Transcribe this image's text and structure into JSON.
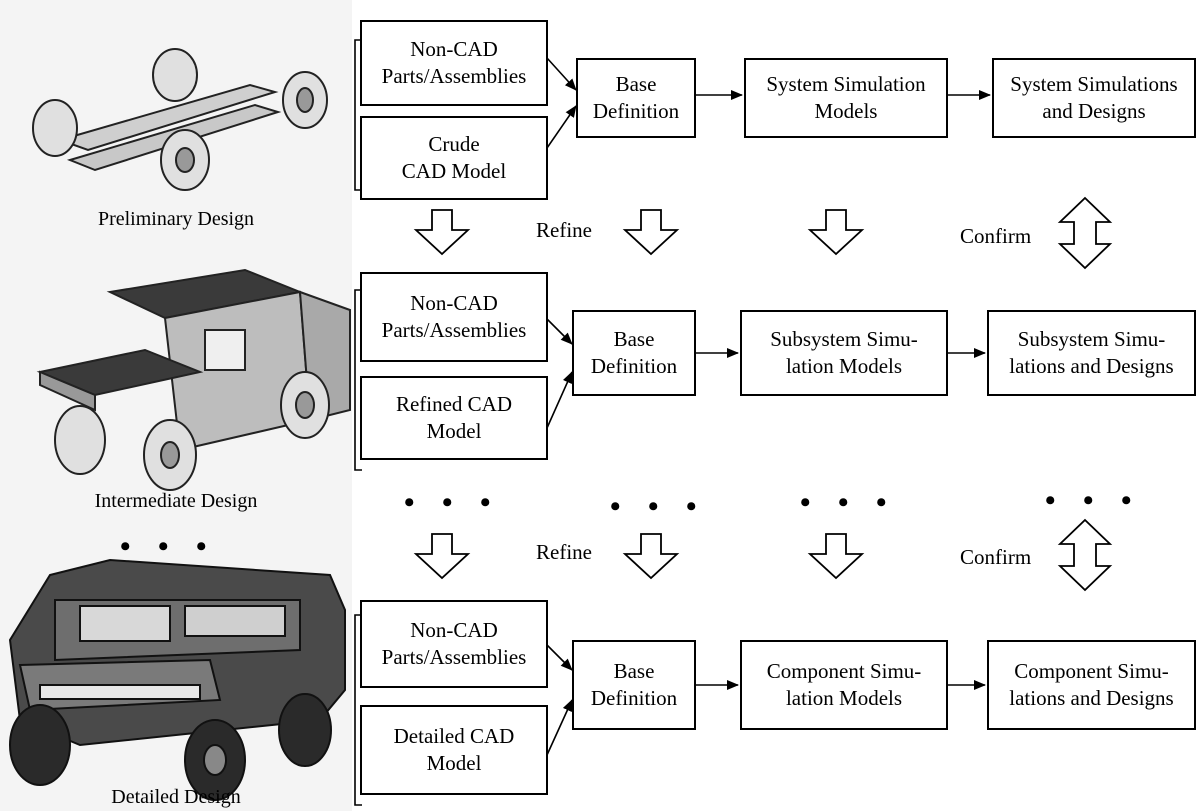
{
  "design_stages": {
    "preliminary": "Preliminary Design",
    "intermediate": "Intermediate Design",
    "detailed": "Detailed Design"
  },
  "rows": {
    "top": {
      "noncad": "Non-CAD\nParts/Assemblies",
      "cad": "Crude\nCAD Model",
      "base": "Base\nDefinition",
      "models": "System Simulation\nModels",
      "results": "System Simulations\nand Designs"
    },
    "middle": {
      "noncad": "Non-CAD\nParts/Assemblies",
      "cad": "Refined CAD\nModel",
      "base": "Base\nDefinition",
      "models": "Subsystem Simu-\nlation Models",
      "results": "Subsystem Simu-\nlations and Designs"
    },
    "bottom": {
      "noncad": "Non-CAD\nParts/Assemblies",
      "cad": "Detailed CAD\nModel",
      "base": "Base\nDefinition",
      "models": "Component Simu-\nlation Models",
      "results": "Component Simu-\nlations and Designs"
    }
  },
  "transitions": {
    "refine_1": "Refine",
    "confirm_1": "Confirm",
    "refine_2": "Refine",
    "confirm_2": "Confirm"
  },
  "ellipsis": "• • •"
}
